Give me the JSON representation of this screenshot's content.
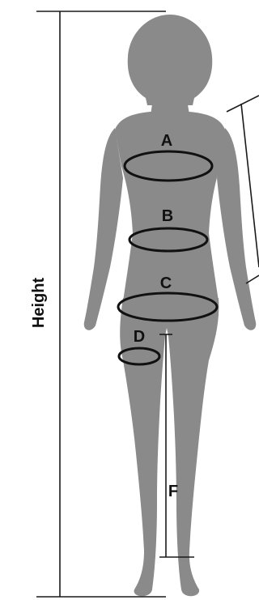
{
  "labels": {
    "height": "Height",
    "a": "A",
    "b": "B",
    "c": "C",
    "d": "D",
    "f": "F"
  },
  "colors": {
    "silhouette": "#8a8a8a",
    "lines": "#1a1a1a",
    "background": "#ffffff"
  }
}
